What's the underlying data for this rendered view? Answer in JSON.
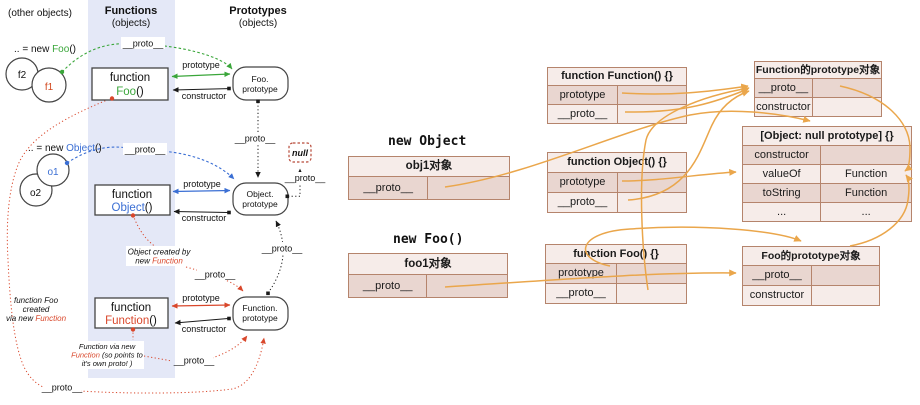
{
  "colors": {
    "green": "#3aa63a",
    "blue": "#3b6fd4",
    "red": "#d9472b",
    "orange_arrow": "#eaa64b",
    "table_border": "#b5846c",
    "table_bg_light": "#f6ece9",
    "table_bg_dark": "#e9d6d0",
    "functions_band": "#e4e8f7"
  },
  "left": {
    "headers": {
      "other": "(other objects)",
      "functions": "Functions",
      "functions_sub": "(objects)",
      "prototypes": "Prototypes",
      "prototypes_sub": "(objects)"
    },
    "labels": {
      "proto": "__proto__",
      "prototype": "prototype",
      "constructor": "constructor",
      "null": "null"
    },
    "foo": {
      "new_pre": ".. = new ",
      "name": "Foo",
      "paren": "()",
      "fn": "function",
      "circle1": "f1",
      "circle2": "f2",
      "proto_line1": "Foo.",
      "proto_line2": "prototype"
    },
    "object": {
      "new_pre": ".. = new ",
      "name": "Object",
      "paren": "()",
      "fn": "function",
      "circle1": "o1",
      "circle2": "o2",
      "proto_line1": "Object.",
      "proto_line2": "prototype"
    },
    "function": {
      "fn": "function",
      "name": "Function",
      "paren": "()",
      "proto_line1": "Function.",
      "proto_line2": "prototype"
    },
    "notes": {
      "foo_created1": "function Foo",
      "foo_created2": "created",
      "foo_created3a": "via new ",
      "foo_created3b": "Function",
      "object_created1": "Object created by",
      "object_created2a": "new ",
      "object_created2b": "Function",
      "function_via1": "Function via new",
      "function_via2a": "Function",
      "function_via2b": " (so points to",
      "function_via3a": "it's ",
      "function_via3b": "own",
      "function_via3c": " proto! )"
    }
  },
  "right": {
    "new_object_label": "new Object",
    "new_foo_label": "new Foo()",
    "tables": {
      "function_function": {
        "title": "function Function() {}",
        "rows": [
          [
            "prototype",
            ""
          ],
          [
            "__proto__",
            ""
          ]
        ]
      },
      "function_proto": {
        "title": "Function的prototype对象",
        "rows": [
          [
            "__proto__",
            ""
          ],
          [
            "constructor",
            ""
          ]
        ]
      },
      "obj1": {
        "title": "obj1对象",
        "rows": [
          [
            "__proto__",
            ""
          ]
        ]
      },
      "function_object": {
        "title": "function Object() {}",
        "rows": [
          [
            "prototype",
            ""
          ],
          [
            "__proto__",
            ""
          ]
        ]
      },
      "object_null": {
        "title": "[Object: null prototype] {}",
        "rows": [
          [
            "constructor",
            ""
          ],
          [
            "valueOf",
            "Function"
          ],
          [
            "toString",
            "Function"
          ],
          [
            "...",
            "..."
          ]
        ]
      },
      "foo1": {
        "title": "foo1对象",
        "rows": [
          [
            "__proto__",
            ""
          ]
        ]
      },
      "function_foo": {
        "title": "function Foo() {}",
        "rows": [
          [
            "prototype",
            ""
          ],
          [
            "__proto__",
            ""
          ]
        ]
      },
      "foo_proto": {
        "title": "Foo的prototype对象",
        "rows": [
          [
            "__proto__",
            ""
          ],
          [
            "constructor",
            ""
          ]
        ]
      }
    }
  }
}
